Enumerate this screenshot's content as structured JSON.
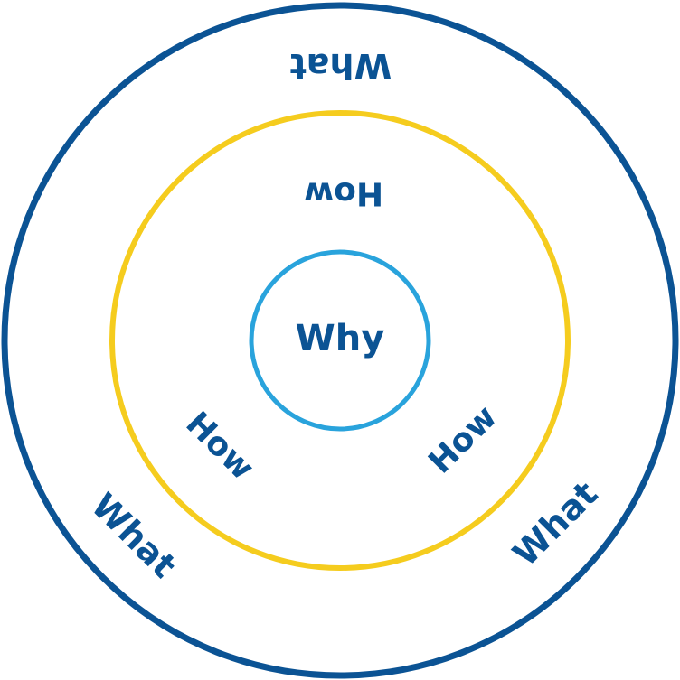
{
  "colors": {
    "outer_ring": "#0B5394",
    "middle_ring": "#F5CC1E",
    "inner_ring": "#29A3DC",
    "text": "#0B5394",
    "background": "#FFFFFF"
  },
  "rings": {
    "inner_label": "Why",
    "middle_labels": [
      "How",
      "How",
      "How"
    ],
    "outer_labels": [
      "What",
      "What",
      "What"
    ]
  }
}
